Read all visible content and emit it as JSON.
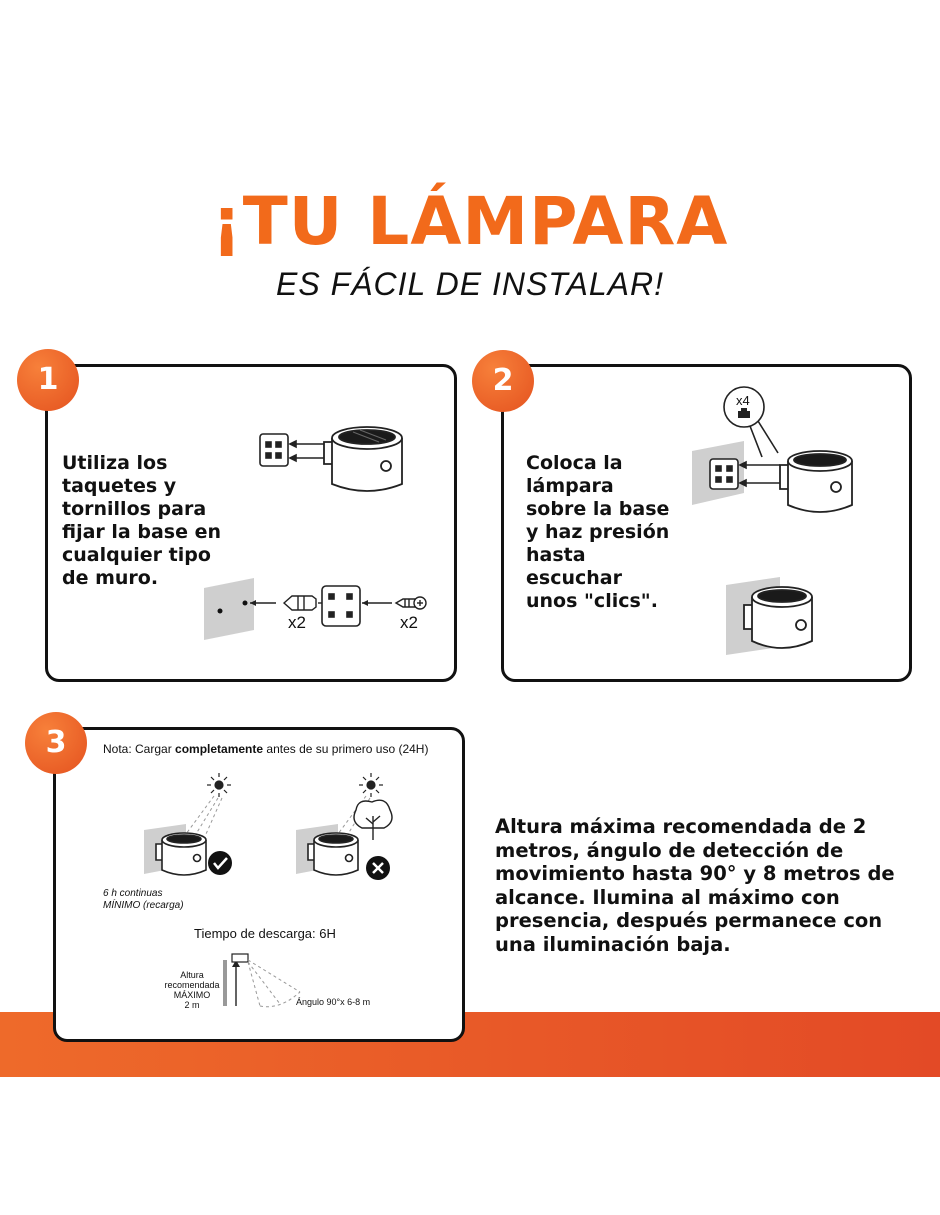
{
  "header": {
    "title": "¡TU LÁMPARA",
    "subtitle": "ES FÁCIL DE INSTALAR!"
  },
  "steps": [
    {
      "number": "1",
      "text": "Utiliza los\ntaquetes y\ntornillos para\nfijar la base en\ncualquier tipo\nde muro.",
      "labels": {
        "anchors_qty": "x2",
        "screws_qty": "x2"
      }
    },
    {
      "number": "2",
      "text": "Coloca la\nlámpara\nsobre la base\ny haz presión\nhasta\nescuchar\nunos \"clics\".",
      "labels": {
        "parts_qty": "x4"
      }
    },
    {
      "number": "3",
      "note_prefix": "Nota: Cargar ",
      "note_bold": "completamente",
      "note_suffix": " antes de su primero uso (24H)",
      "charge_line1": "6 h continuas",
      "charge_line2": "MÍNIMO (recarga)",
      "discharge": "Tiempo de descarga: 6H",
      "height_lines": [
        "Altura",
        "recomendada",
        "MÁXIMO",
        "2 m"
      ],
      "angle": "Ángulo 90°x 6-8 m"
    }
  ],
  "description": "Altura máxima recomendada de 2 metros, ángulo de detección de movimiento hasta 90° y 8 metros de alcance. Ilumina al máximo con presencia, después permanece con una iluminación baja.",
  "colors": {
    "accent": "#f26a1b",
    "band": "#e34a26"
  }
}
